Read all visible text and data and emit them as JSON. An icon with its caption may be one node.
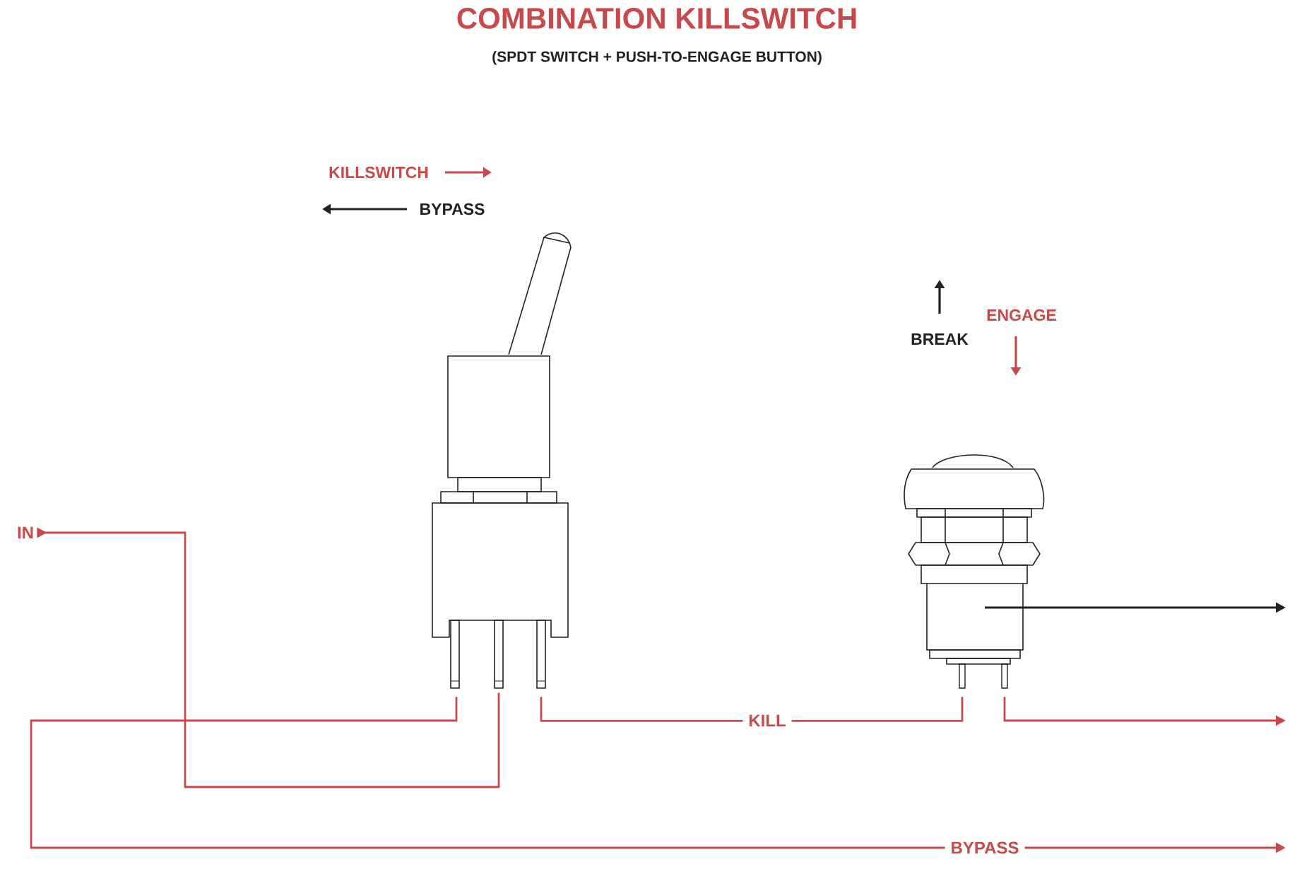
{
  "diagram": {
    "title": "COMBINATION KILLSWITCH",
    "caption": "(SPDT SWITCH + PUSH-TO-ENGAGE BUTTON)",
    "nodes": [
      {
        "text": [
          "IN"
        ]
      },
      {
        "text": [],
        "shape": "picture"
      },
      {
        "text": [],
        "shape": "picture"
      }
    ],
    "edges": [
      {
        "from": 0,
        "to": 1,
        "arrow": "to"
      },
      {
        "from": 1,
        "to": 2,
        "arrow": "none",
        "label": "KILL"
      },
      {
        "from": 1,
        "to": null,
        "arrow": "to",
        "label": "BYPASS"
      },
      {
        "from": 2,
        "to": null,
        "arrow": "to"
      },
      {
        "from": 2,
        "to": null,
        "arrow": "to",
        "color": "#222222"
      }
    ],
    "labels": [
      "KILLSWITCH",
      "BYPASS",
      "BREAK",
      "ENGAGE"
    ]
  }
}
